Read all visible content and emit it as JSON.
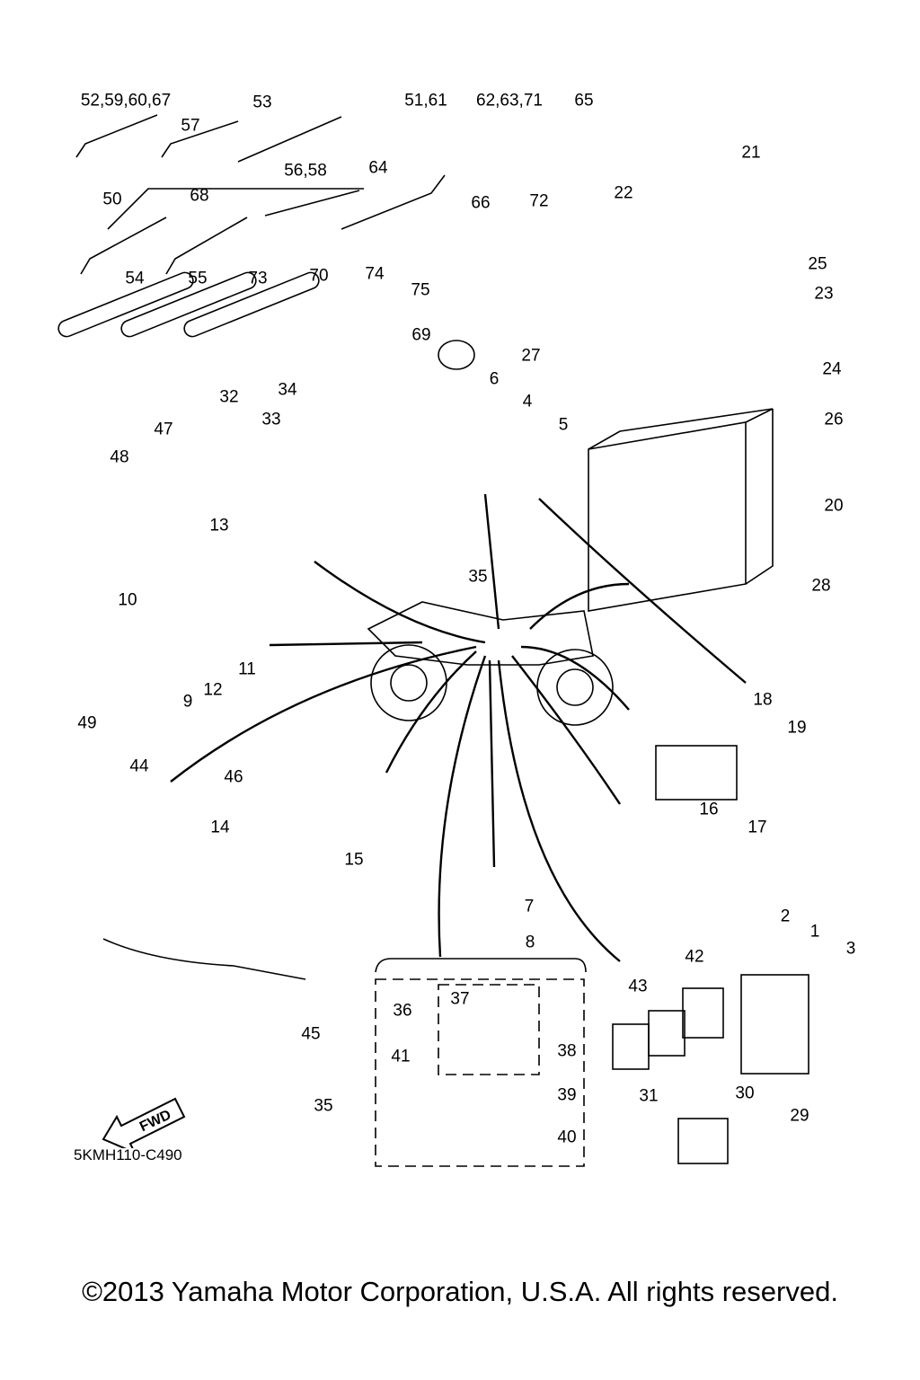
{
  "diagram": {
    "callouts": [
      "52,59,60,67",
      "57",
      "53",
      "51,61",
      "62,63,71",
      "65",
      "21",
      "50",
      "68",
      "56,58",
      "64",
      "66",
      "72",
      "22",
      "25",
      "54",
      "55",
      "73",
      "70",
      "74",
      "75",
      "23",
      "69",
      "27",
      "24",
      "34",
      "32",
      "6",
      "4",
      "33",
      "5",
      "26",
      "47",
      "48",
      "20",
      "13",
      "35",
      "28",
      "10",
      "11",
      "12",
      "9",
      "49",
      "18",
      "19",
      "44",
      "46",
      "16",
      "14",
      "17",
      "15",
      "7",
      "8",
      "2",
      "1",
      "3",
      "42",
      "43",
      "37",
      "36",
      "45",
      "38",
      "41",
      "39",
      "31",
      "30",
      "29",
      "35",
      "40"
    ],
    "diagram_code": "5KMH110-C490",
    "fwd_logo": "FWD",
    "copyright": "©2013 Yamaha Motor Corporation, U.S.A. All rights reserved."
  }
}
